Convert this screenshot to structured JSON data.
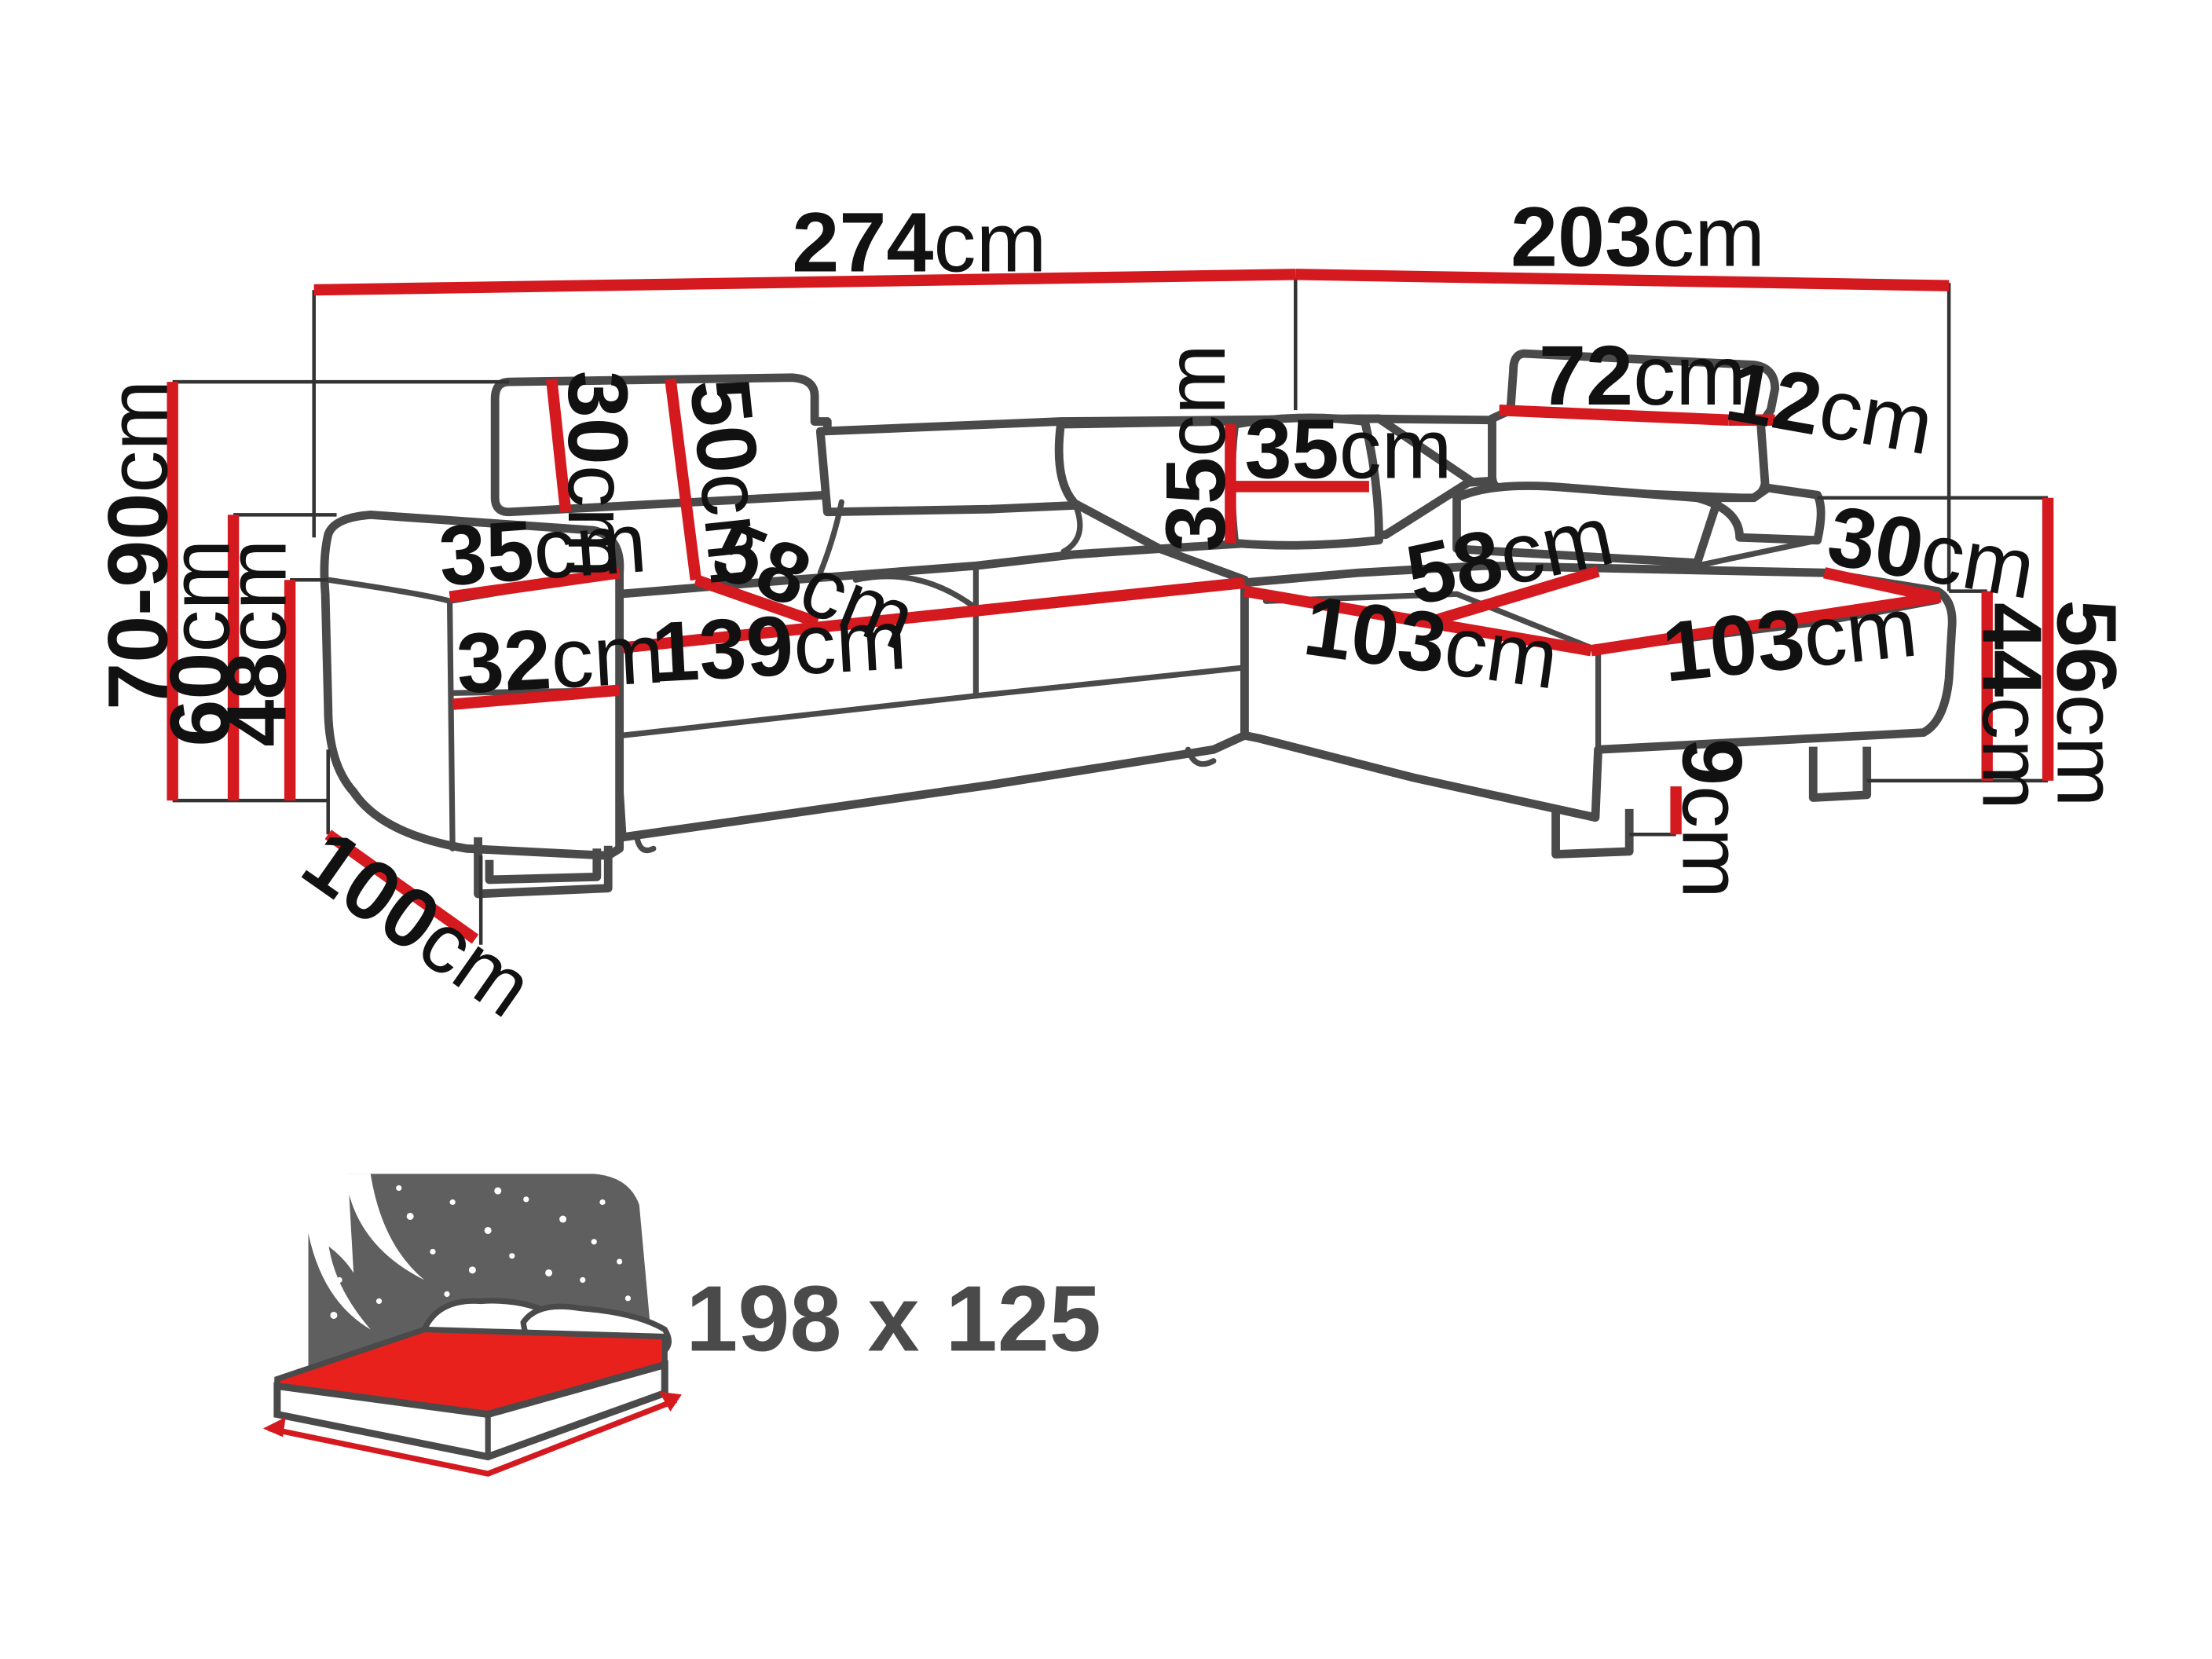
{
  "dimensions": {
    "overall_width": {
      "value": "274",
      "unit": "cm"
    },
    "overall_depth": {
      "value": "203",
      "unit": "cm"
    },
    "back_height": {
      "value": "70-90",
      "unit": "cm"
    },
    "arm_height": {
      "value": "60",
      "unit": "cm"
    },
    "arm_inner_height": {
      "value": "48",
      "unit": "cm"
    },
    "headrest_height": {
      "value": "30",
      "unit": "cm"
    },
    "backrest_depth": {
      "value": "50",
      "unit": "cm"
    },
    "cushion_size": {
      "value": "35",
      "unit": "cm"
    },
    "cushion_height": {
      "value": "35",
      "unit": "cm"
    },
    "armrest_width": {
      "value": "35",
      "unit": "cm"
    },
    "seat_depth_left": {
      "value": "58",
      "unit": "cm"
    },
    "seat_width_left": {
      "value": "139",
      "unit": "cm"
    },
    "arm_front": {
      "value": "32",
      "unit": "cm"
    },
    "sofa_depth": {
      "value": "100",
      "unit": "cm"
    },
    "headrest_width": {
      "value": "72",
      "unit": "cm"
    },
    "headrest_thickness": {
      "value": "12",
      "unit": "cm"
    },
    "chaise_back": {
      "value": "30",
      "unit": "cm"
    },
    "seat_depth_right": {
      "value": "58",
      "unit": "cm"
    },
    "chaise_width_1": {
      "value": "103",
      "unit": "cm"
    },
    "chaise_width_2": {
      "value": "103",
      "unit": "cm"
    },
    "seat_height": {
      "value": "44",
      "unit": "cm"
    },
    "chaise_height": {
      "value": "56",
      "unit": "cm"
    },
    "leg_height": {
      "value": "9",
      "unit": "cm"
    }
  },
  "bed": {
    "size_text": "198 x 125"
  },
  "colors": {
    "measure_line": "#d4191f",
    "outline": "#4a4a4a",
    "bed_surface": "#e8211d",
    "night_sky": "#5f5f5f"
  },
  "icons": {
    "bed": "sleeping-function-icon"
  }
}
